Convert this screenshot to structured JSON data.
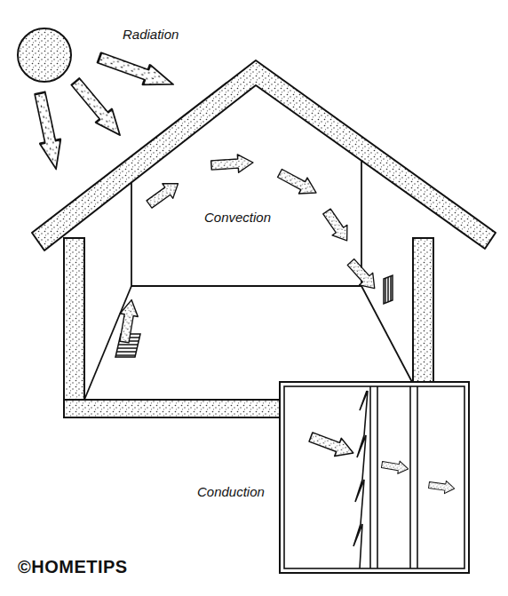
{
  "diagram": {
    "labels": [
      "Radiation",
      "Convection",
      "Conduction",
      "©HOMETIPS"
    ]
  }
}
